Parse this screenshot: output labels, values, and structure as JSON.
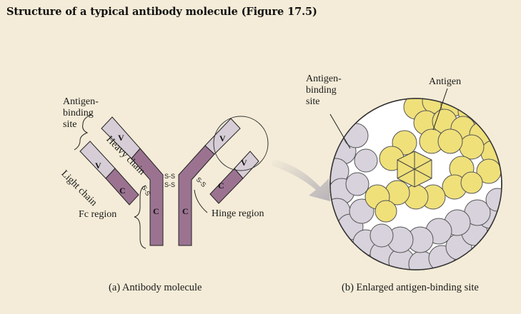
{
  "title": "Structure of a typical antibody molecule  (Figure 17.5)",
  "antibody": {
    "antigen_binding_site": [
      "Antigen-",
      "binding",
      "site"
    ],
    "heavy_chain": "Heavy chain",
    "light_chain": "Light chain",
    "fc_region": "Fc region",
    "hinge_region": "Hinge region",
    "variable_label": "V",
    "constant_label": "C",
    "disulfide_label": "S-S",
    "caption": "(a) Antibody molecule"
  },
  "enlarged": {
    "antigen_binding_site": [
      "Antigen-",
      "binding",
      "site"
    ],
    "antigen": "Antigen",
    "caption": "(b) Enlarged antigen-binding site"
  },
  "colors": {
    "background": "#f4ecd8",
    "heavy_constant": "#9b7391",
    "variable": "#d7cdd6",
    "antigen": "#efe07a",
    "antibody_spheres": "#d8d2dc"
  }
}
